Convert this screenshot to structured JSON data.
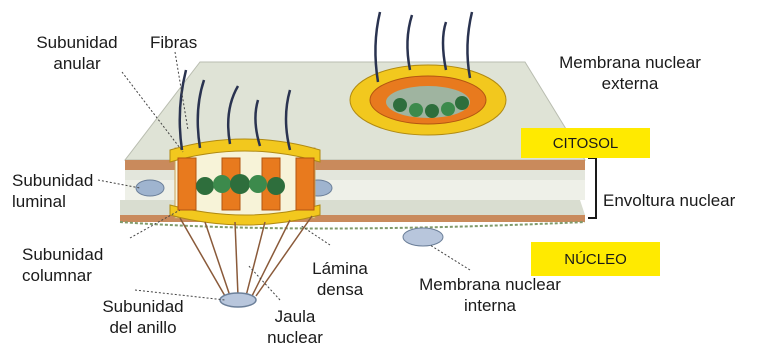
{
  "labels": {
    "subunidad_anular": [
      "Subunidad",
      "anular"
    ],
    "fibras": "Fibras",
    "membrana_externa": [
      "Membrana nuclear",
      "externa"
    ],
    "citosol": "CITOSOL",
    "subunidad_luminal": [
      "Subunidad",
      "luminal"
    ],
    "envoltura_nuclear": "Envoltura nuclear",
    "subunidad_columnar": [
      "Subunidad",
      "columnar"
    ],
    "lamina_densa": [
      "Lámina",
      "densa"
    ],
    "nucleo": "NÚCLEO",
    "membrana_interna": [
      "Membrana nuclear",
      "interna"
    ],
    "subunidad_anillo": [
      "Subunidad",
      "del anillo"
    ],
    "jaula_nuclear": [
      "Jaula",
      "nuclear"
    ]
  },
  "colors": {
    "tag_fill": "#ffea00",
    "membrane": "#dfe3d6",
    "membrane_edge": "#c98a5c",
    "ring_yellow": "#f2c81e",
    "column_orange": "#e87a1e",
    "granule_green": "#2e6e3c",
    "fiber": "#2a3350"
  }
}
